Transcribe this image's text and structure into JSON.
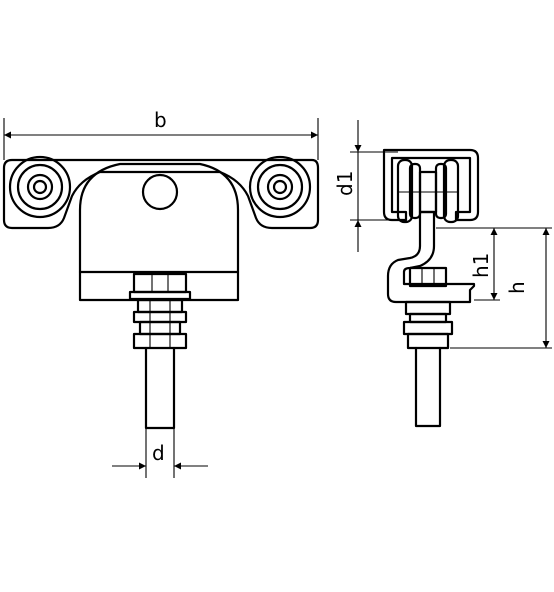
{
  "dimensions": {
    "width_label": "b",
    "rod_diameter_label": "d",
    "wheel_diameter_label": "d1",
    "height_label": "h",
    "height1_label": "h1"
  }
}
